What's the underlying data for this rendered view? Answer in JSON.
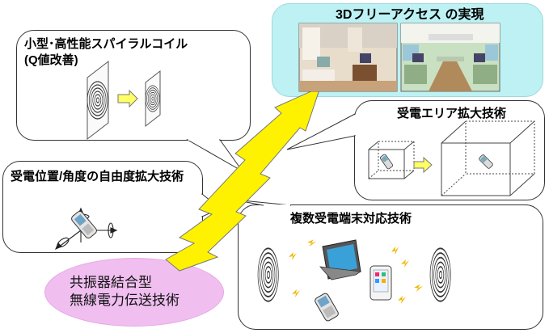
{
  "top_panel": {
    "title": "3Dフリーアクセス の実現"
  },
  "coil_panel": {
    "title_line1": "小型･高性能スパイラルコイル",
    "title_line2": "(Q値改善)"
  },
  "area_panel": {
    "title": "受電エリア拡大技術"
  },
  "angle_panel": {
    "title": "受電位置/角度の自由度拡大技術"
  },
  "multi_panel": {
    "title": "複数受電端末対応技術"
  },
  "core_tech": {
    "line1": "共振器結合型",
    "line2": "無線電力伝送技術"
  },
  "colors": {
    "top_panel_bg": "#bdf1f3",
    "arrow_fill": "#fff200",
    "oval_fill": "#f0bff0",
    "small_arrow_fill": "#ffff66",
    "spark": "#f0b800"
  },
  "icons": [
    "spiral-coil-icon",
    "phone-icon",
    "tablet-icon",
    "smartphone-icon",
    "cube-icon",
    "lightning-icon",
    "room-photo",
    "train-photo"
  ]
}
